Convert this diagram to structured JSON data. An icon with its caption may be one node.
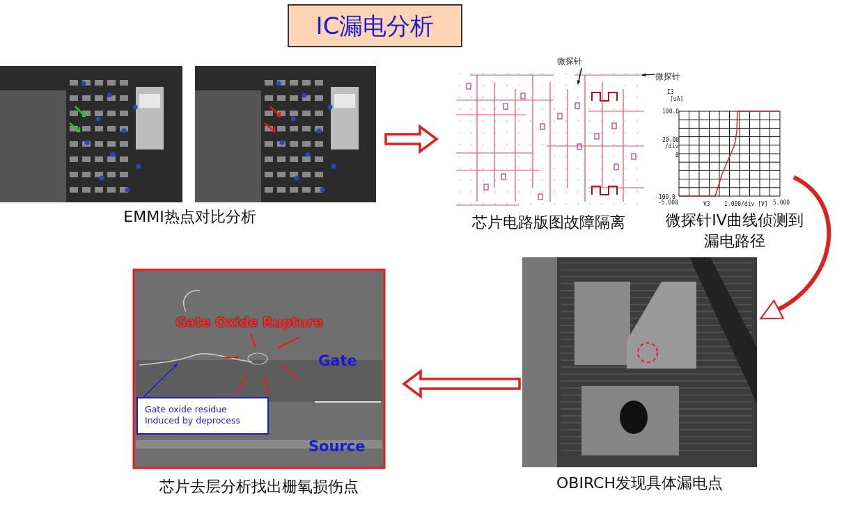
{
  "diagram": {
    "title": "IC漏电分析",
    "nodes": [
      {
        "text": [],
        "shape": "picture",
        "beside": [
          "EMMI热点对比分析"
        ]
      },
      {
        "text": [],
        "shape": "picture",
        "beside": [
          "芯片电路版图故障隔离"
        ]
      },
      {
        "text": [
          "微探针"
        ]
      },
      {
        "text": [
          "微探针"
        ]
      },
      {
        "text": [],
        "shape": "picture",
        "beside": [
          "微探针IV曲线侦测到漏电路径"
        ]
      },
      {
        "text": [],
        "shape": "picture",
        "beside": [
          "OBIRCH发现具体漏电点"
        ]
      },
      {
        "text": [],
        "shape": "picture",
        "beside": [
          "芯片去层分析找出栅氧损伤点"
        ]
      },
      {
        "text": [
          "Gate Oxide Rupture"
        ],
        "in": 6
      },
      {
        "text": [
          "Gate oxide residue Induced by deprocess"
        ],
        "in": 6
      }
    ],
    "edges": [
      {
        "from": 0,
        "to": 1,
        "arrow": "to",
        "style": "thick",
        "color": "#e02020"
      },
      {
        "from": 4,
        "to": 5,
        "arrow": "to",
        "style": "thick",
        "color": "#e02020"
      },
      {
        "from": 5,
        "to": 6,
        "arrow": "to",
        "style": "thick",
        "color": "#e02020"
      },
      {
        "from": 2,
        "to": null,
        "arrow": "to"
      },
      {
        "from": 3,
        "to": null,
        "arrow": "to"
      },
      {
        "from": 8,
        "to": null,
        "arrow": "to",
        "color": "#1a1ad0"
      }
    ],
    "labels": [
      "I3",
      "[uA]",
      "100.0",
      "20.00",
      "/div",
      "0",
      "-100.0",
      "-5.000",
      "V3",
      "1.000/div [V]",
      "5.000",
      "Gate",
      "Source"
    ]
  }
}
